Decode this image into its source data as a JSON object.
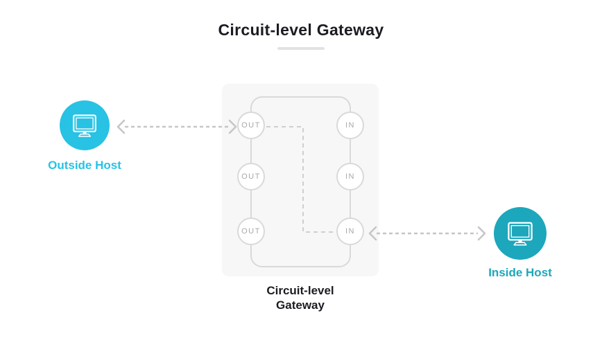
{
  "title": "Circuit-level Gateway",
  "gateway": {
    "caption": [
      "Circuit-level",
      "Gateway"
    ],
    "out_ports": [
      "OUT",
      "OUT",
      "OUT"
    ],
    "in_ports": [
      "IN",
      "IN",
      "IN"
    ]
  },
  "hosts": {
    "outside": {
      "label": "Outside Host",
      "icon": "monitor-icon"
    },
    "inside": {
      "label": "Inside Host",
      "icon": "monitor-icon"
    }
  },
  "connections": [
    {
      "from": "outside-host",
      "to": "out-port-1",
      "style": "dashed-double-arrow"
    },
    {
      "from": "out-port-1",
      "to": "in-port-3",
      "style": "dashed-route"
    },
    {
      "from": "in-port-3",
      "to": "inside-host",
      "style": "dashed-double-arrow"
    }
  ],
  "colors": {
    "outside_host": "#27c2e4",
    "inside_host": "#1ca7bc",
    "title_text": "#1b1b22",
    "box_fill": "#f7f7f7",
    "line_gray": "#d9d9d9",
    "arrow_gray": "#c6c6c6",
    "port_text": "#a8a8ac",
    "underline": "#e2e2e2"
  }
}
